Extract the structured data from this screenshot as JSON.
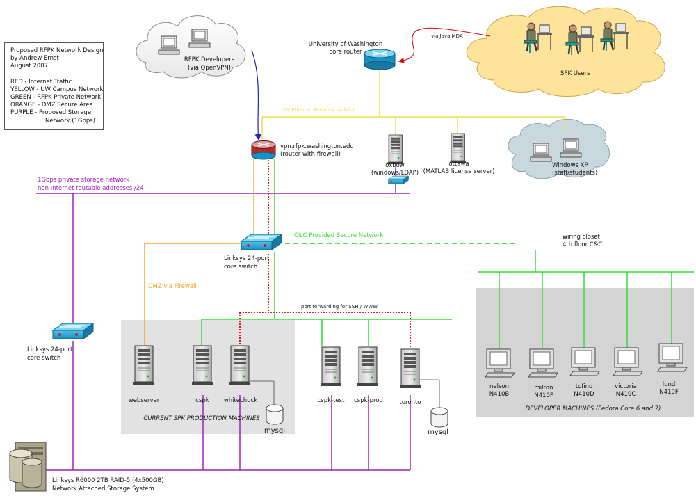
{
  "legend": {
    "title": "Proposed RFPK Network Design",
    "author": "by Andrew Ernst",
    "date": "August 2007",
    "lines": [
      "RED - Internet Traffic",
      "YELLOW - UW Campus Network",
      "GREEN - RFPK Private Network",
      "ORANGE - DMZ Secure Area",
      "PURPLE - Proposed Storage"
    ],
    "last_line": "Network (1Gbps)"
  },
  "colors": {
    "internet": "#e00000",
    "campus": "#f0e040",
    "private": "#33dd33",
    "dmz": "#f5a623",
    "storage": "#a020c0",
    "arrow_blue": "#2020d0"
  },
  "labels": {
    "rfpk_developers_1": "RFPK Developers",
    "rfpk_developers_2": "(via OpenVPN)",
    "uw_router_1": "University of Washington",
    "uw_router_2": "core router",
    "via_java_mda": "via Java MDA",
    "spk_users": "SPK Users",
    "uw_ethernet": "UW Ethernet Network (public)",
    "vpn_1": "vpn.rfpk.washington.edu",
    "vpn_2": "(router with firewall)",
    "oxbow_1": "oxbow",
    "oxbow_2": "(windows/LDAP)",
    "ottawa_1": "ottawa",
    "ottawa_2": "(MATLAB license server)",
    "winxp_1": "Windows XP",
    "winxp_2": "(staff/students)",
    "storage_net_1": "1Gbps private storage network",
    "storage_net_2": "non Internet routable addresses /24",
    "cc_network": "C&C Provided Secure Network",
    "wiring_1": "wiring closet",
    "wiring_2": "4th floor C&C",
    "core_switch_1": "Linksys 24-port",
    "core_switch_2": "core switch",
    "storage_switch_1": "Linksys 24-port",
    "storage_switch_2": "core switch",
    "dmz_firewall": "DMZ via Firewall",
    "port_forwarding": "port forwarding for SSH / WWW",
    "prod_group": "CURRENT SPK PRODUCTION MACHINES",
    "dev_group": "DEVELOPER MACHINES (Fedora Core 6 and 7)",
    "mysql_1": "mysql",
    "mysql_2": "mysql",
    "nas_1": "Linksys R6000 2TB RAID-5 (4x500GB)",
    "nas_2": "Network Attached Storage System"
  },
  "servers": [
    "webserver",
    "cspk",
    "whitechuck",
    "cspk-test",
    "cspk-prod",
    "toronto"
  ],
  "developers": [
    {
      "name": "nelson",
      "room": "N410B"
    },
    {
      "name": "milton",
      "room": "N410F"
    },
    {
      "name": "tofino",
      "room": "N410D"
    },
    {
      "name": "victoria",
      "room": "N410C"
    },
    {
      "name": "lund",
      "room": "N410F"
    }
  ]
}
